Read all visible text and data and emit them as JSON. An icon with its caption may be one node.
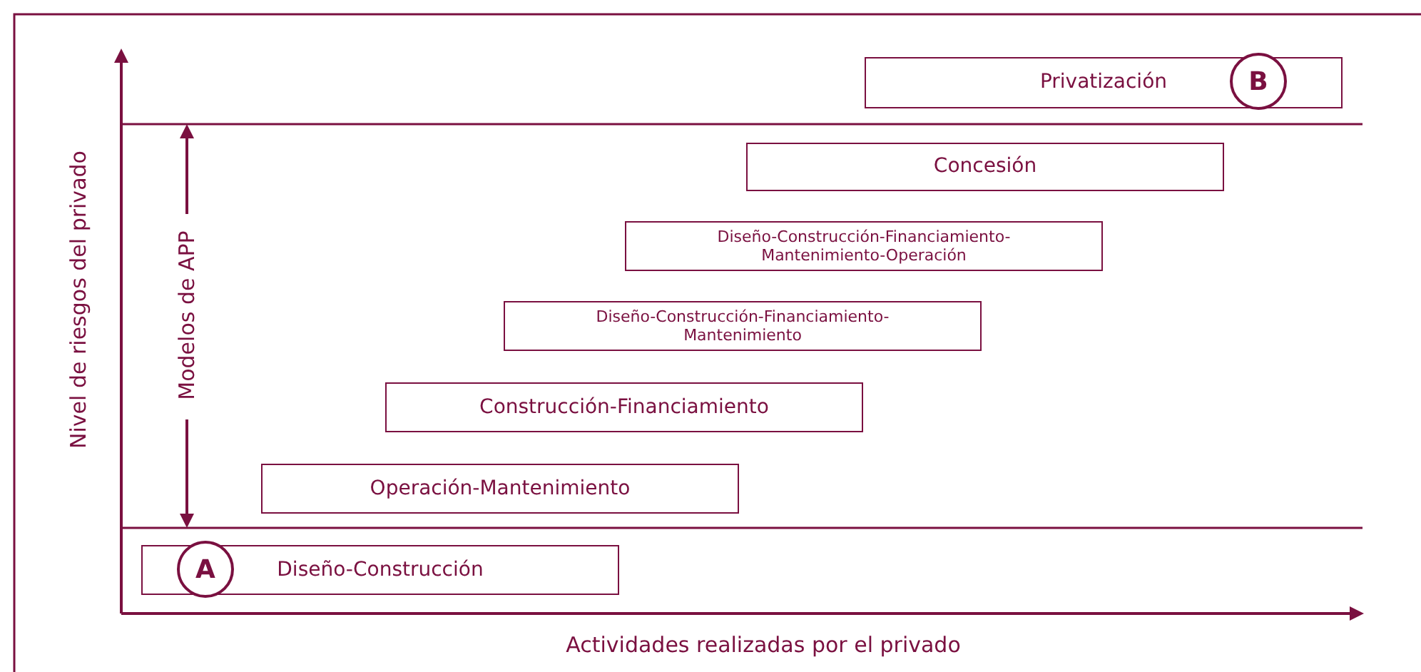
{
  "diagram": {
    "nodes": [
      {
        "text": [
          "Privatización"
        ]
      },
      {
        "text": [
          "B"
        ],
        "in": 0
      },
      {
        "text": [
          "Concesión"
        ]
      },
      {
        "text": [
          "Diseño-Construcción-Financiamiento-Mantenimiento-Operación"
        ]
      },
      {
        "text": [
          "Diseño-Construcción-Financiamiento-Mantenimiento"
        ]
      },
      {
        "text": [
          "Construcción-Financiamiento"
        ]
      },
      {
        "text": [
          "Operación-Mantenimiento"
        ]
      },
      {
        "text": [
          "Diseño-Construcción"
        ]
      },
      {
        "text": [
          "A"
        ],
        "in": 7
      }
    ],
    "labels": [
      "Nivel de riesgos del privado",
      "Modelos de APP",
      "Actividades realizadas por el privado"
    ]
  }
}
